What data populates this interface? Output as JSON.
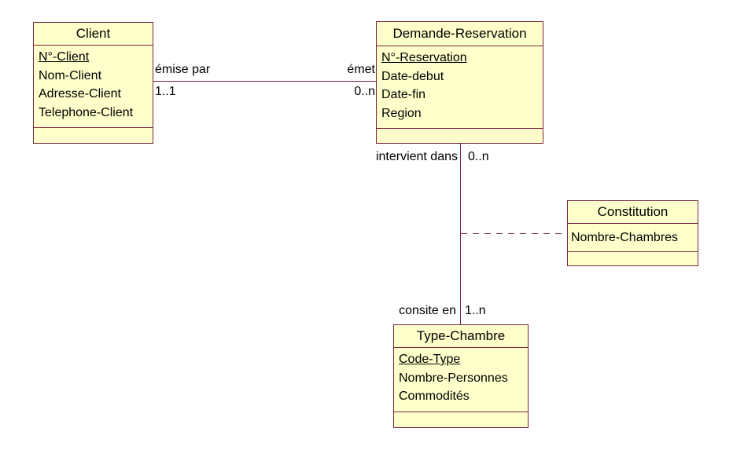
{
  "colors": {
    "canvas_bg": "#FFFFFF",
    "box_fill": "#FFFFCC",
    "box_border": "#7A2540",
    "line_color": "#7A2540",
    "text_color": "#000000"
  },
  "entities": {
    "client": {
      "title": "Client",
      "attributes": [
        {
          "label": "N°-Client",
          "underlined": true
        },
        {
          "label": "Nom-Client",
          "underlined": false
        },
        {
          "label": "Adresse-Client",
          "underlined": false
        },
        {
          "label": "Telephone-Client",
          "underlined": false
        }
      ]
    },
    "demande_reservation": {
      "title": "Demande-Reservation",
      "attributes": [
        {
          "label": "N°-Reservation",
          "underlined": true
        },
        {
          "label": "Date-debut",
          "underlined": false
        },
        {
          "label": "Date-fin",
          "underlined": false
        },
        {
          "label": "Region",
          "underlined": false
        }
      ]
    },
    "constitution": {
      "title": "Constitution",
      "attributes": [
        {
          "label": "Nombre-Chambres",
          "underlined": false
        }
      ]
    },
    "type_chambre": {
      "title": "Type-Chambre",
      "attributes": [
        {
          "label": "Code-Type",
          "underlined": true
        },
        {
          "label": "Nombre-Personnes",
          "underlined": false
        },
        {
          "label": "Commodités",
          "underlined": false
        }
      ]
    }
  },
  "associations": {
    "client_demande": {
      "role_near_client": "émise par",
      "mult_near_client": "1..1",
      "role_near_reservation": "émet",
      "mult_near_reservation": "0..n"
    },
    "demande_type": {
      "role_top": "intervient dans",
      "mult_top": "0..n",
      "role_bottom": "consite en",
      "mult_bottom": "1..n"
    }
  }
}
